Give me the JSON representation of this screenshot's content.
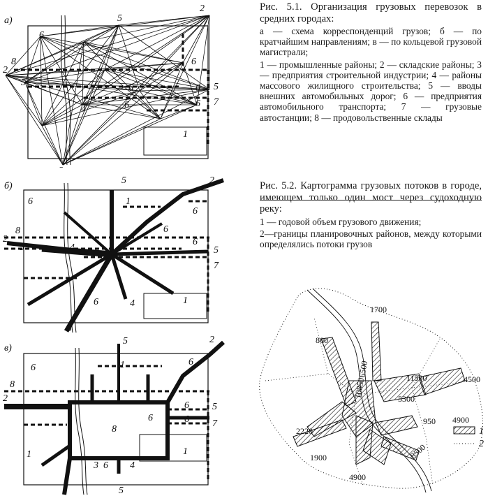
{
  "fig51": {
    "title": "Рис. 5.1. Организация грузовых перевозок в средних городах:",
    "items": [
      "а — схема корреспонденций грузов; б — по кратчайшим направлениям; в — по кольцевой грузовой магистрали;",
      "1 — промышленные районы; 2 — складские районы; 3 — предприятия строительной индустрии; 4 — районы массового жилищного строительства; 5 — вводы внешних автомобильных дорог; 6 — предприятия автомобильного транспорта; 7 — грузовые автостанции; 8 — продовольственные склады"
    ]
  },
  "fig52": {
    "title": "Рис. 5.2. Картограмма грузовых потоков в городе, имеющем только один мост через судоходную реку:",
    "items": [
      "1 — годовой объем грузового движения;",
      "2—границы планировочных районов, между которыми определялись потоки грузов"
    ]
  },
  "panels": {
    "a": {
      "letter": "а)"
    },
    "b": {
      "letter": "б)"
    },
    "v": {
      "letter": "в)"
    }
  },
  "map_labels": {
    "a": [
      "6",
      "5",
      "2",
      "8",
      "2",
      "5",
      "6",
      "6",
      "4",
      "6",
      "6",
      "5",
      "7",
      "6",
      "1",
      "3"
    ],
    "b": [
      "6",
      "5",
      "2",
      "1",
      "6",
      "8",
      "2",
      "5",
      "4",
      "6",
      "6",
      "5",
      "7",
      "1",
      "6",
      "4",
      "3"
    ],
    "v": [
      "6",
      "5",
      "2",
      "1",
      "6",
      "8",
      "2",
      "6",
      "6",
      "6",
      "5",
      "7",
      "8",
      "1",
      "3",
      "6",
      "4",
      "5",
      "1"
    ]
  },
  "cartogram": {
    "values": [
      "1700",
      "800",
      "6500",
      "11500",
      "4500",
      "10850",
      "5300",
      "950",
      "2220",
      "8500",
      "1900",
      "4900"
    ],
    "legend_value": "4900",
    "legend": [
      "1",
      "2"
    ]
  }
}
